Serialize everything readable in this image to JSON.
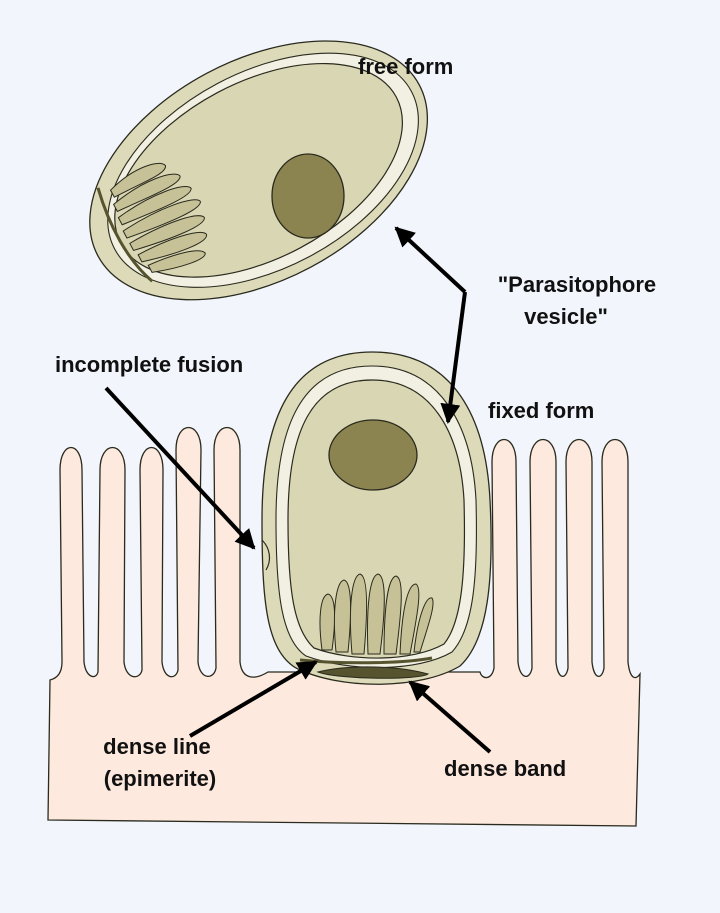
{
  "labels": {
    "free_form": "free form",
    "parasitophore_line1": "\"Parasitophore",
    "parasitophore_line2": "vesicle\"",
    "incomplete_fusion": "incomplete fusion",
    "fixed_form": "fixed form",
    "dense_line_line1": "dense line",
    "dense_line_line2": "(epimerite)",
    "dense_band": "dense band"
  },
  "colors": {
    "background": "#f2f6fc",
    "host_tissue": "#fde9de",
    "outer_membrane": "#dcdab8",
    "vesicle_space": "#f1f0e2",
    "cytoplasm": "#d9d6b3",
    "organelle": "#c6c196",
    "nucleus": "#8c8450",
    "dense_band": "#56532f",
    "outline": "#2a2a1e"
  }
}
